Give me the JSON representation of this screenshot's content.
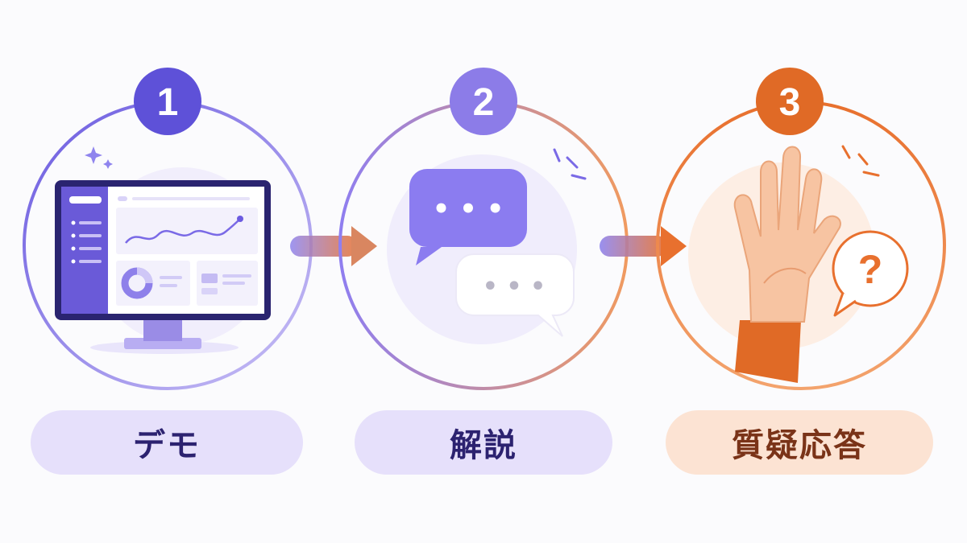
{
  "steps": [
    {
      "number": "1",
      "label": "デモ",
      "icon": "monitor-dashboard-icon"
    },
    {
      "number": "2",
      "label": "解説",
      "icon": "chat-bubbles-icon"
    },
    {
      "number": "3",
      "label": "質疑応答",
      "icon": "raised-hand-question-icon"
    }
  ],
  "colors": {
    "purple": "#6b5be0",
    "purple_light": "#a99cf0",
    "orange": "#e8702e",
    "orange_light": "#f6b48a",
    "pill_purple": "#e6e0fb",
    "pill_orange": "#fce3d3",
    "label_purple": "#2c2270",
    "label_orange": "#7a3318"
  },
  "bubble_dots": "• • •",
  "question_mark": "?"
}
